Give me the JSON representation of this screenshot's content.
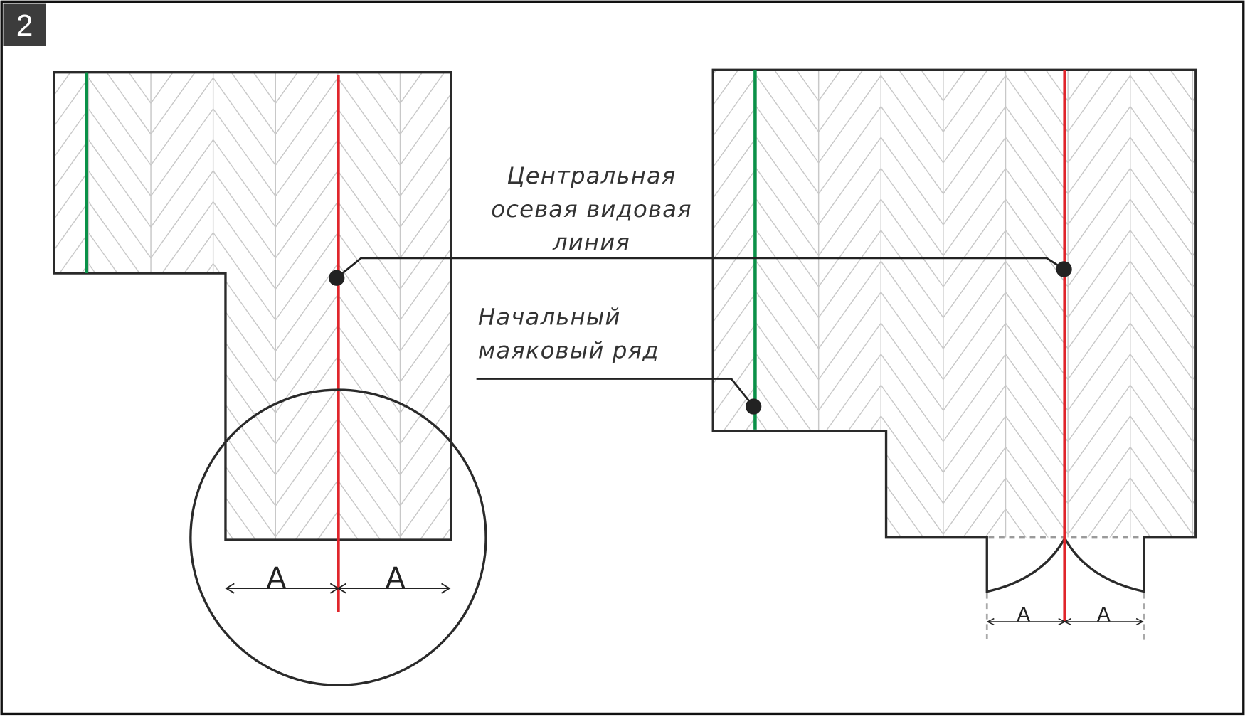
{
  "badge": {
    "number": "2"
  },
  "labels": {
    "central_line": [
      "Центральная",
      "осевая видовая",
      "линия"
    ],
    "starting_row": [
      "Начальный",
      "маяковый ряд"
    ]
  },
  "dimensions": {
    "left": [
      "A",
      "A"
    ],
    "right": [
      "A",
      "A"
    ]
  },
  "colors": {
    "central_line": "#e0252b",
    "starting_row": "#0a9148",
    "outline": "#2a2a2a",
    "hatch": "#c8c8c8",
    "badge": "#3c3c3c"
  }
}
